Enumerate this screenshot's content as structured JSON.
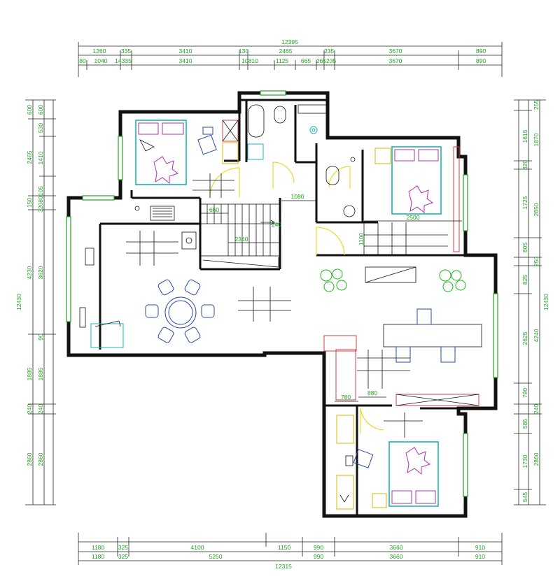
{
  "plan": {
    "top_total": "12395",
    "top_row1": [
      "1260",
      "335",
      "3410",
      "130",
      "2465",
      "235",
      "3670",
      "890"
    ],
    "top_row2": [
      "80",
      "1040",
      "14335",
      "3410",
      "10810",
      "1125",
      "665",
      "265235",
      "3670",
      "890"
    ],
    "bottom_total": "12315",
    "bottom_row1": [
      "1180",
      "325",
      "4100",
      "1150",
      "990",
      "3660",
      "910"
    ],
    "bottom_row2": [
      "1180",
      "325",
      "5250",
      "990",
      "3660",
      "910"
    ],
    "left_total": "12430",
    "left_row1": [
      "600",
      "2465",
      "150",
      "4230",
      "1885",
      "240",
      "2860"
    ],
    "left_row2": [
      "600",
      "530",
      "1410",
      "32080105",
      "3620",
      "90",
      "1885",
      "240",
      "2860"
    ],
    "right_total": "12430",
    "right_row1": [
      "255",
      "1870",
      "2850",
      "250",
      "4240",
      "240",
      "2860"
    ],
    "right_row2": [
      "1615",
      "820",
      "1725",
      "805",
      "825",
      "2625",
      "790",
      "585",
      "1730",
      "545"
    ],
    "interior": [
      "1080",
      "660",
      "240",
      "2340",
      "2500",
      "1100",
      "780",
      "880"
    ]
  }
}
